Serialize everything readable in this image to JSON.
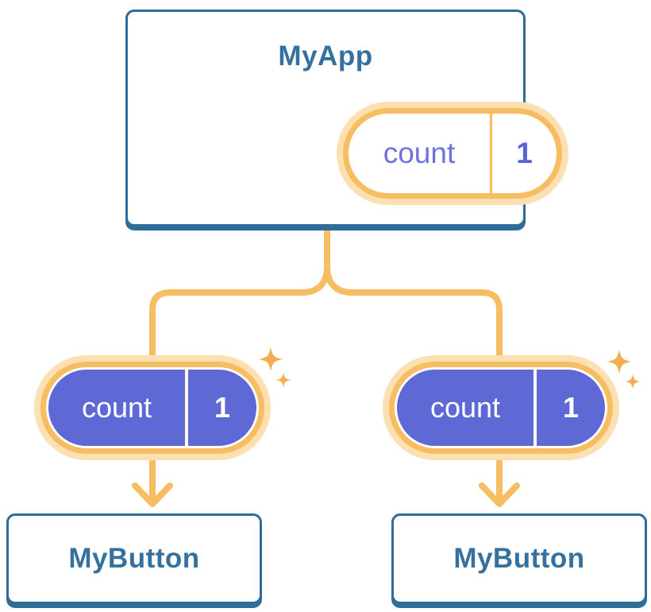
{
  "tree": {
    "root": {
      "title": "MyApp",
      "state": {
        "label": "count",
        "value": "1"
      }
    },
    "left_prop": {
      "label": "count",
      "value": "1"
    },
    "right_prop": {
      "label": "count",
      "value": "1"
    },
    "left_child": {
      "title": "MyButton"
    },
    "right_child": {
      "title": "MyButton"
    }
  },
  "icons": {
    "sparkle_icon": "✦",
    "arrow_down_icon": "↓"
  },
  "colors": {
    "card_border": "#2F6D99",
    "text_blue": "#35719E",
    "orange": "#F7BD62",
    "halo": "#FCE0B2",
    "sparkle": "#F4AE52",
    "purple_fill": "#5F69D6",
    "purple_label": "#6B74DE",
    "purple_value": "#5A63D6",
    "card_bg": "#FFFFFF"
  }
}
